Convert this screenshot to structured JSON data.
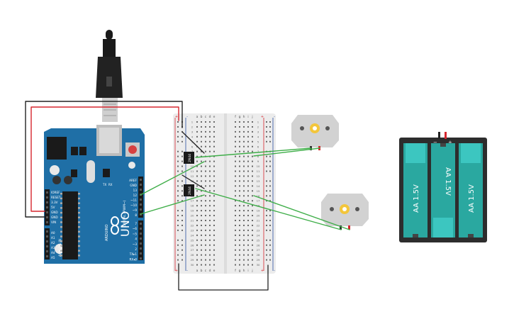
{
  "arduino": {
    "board_label": "UNO",
    "brand_label": "ARDUINO",
    "analog_label": "ANALOG IN",
    "digital_label": "DIGITAL (PWM~)",
    "tx_label": "TX",
    "rx_label": "RX",
    "power_pins": [
      "IOREF",
      "RESET",
      "3.3V",
      "5V",
      "GND",
      "GND",
      "VIN"
    ],
    "analog_pins": [
      "A0",
      "A1",
      "A2",
      "A3",
      "A4",
      "A5"
    ],
    "digital_top_pins": [
      "AREF",
      "GND",
      "13",
      "12",
      "~11",
      "~10",
      "~9",
      "8"
    ],
    "digital_bottom_pins": [
      "7",
      "~6",
      "~5",
      "4",
      "~3",
      "2",
      "TX▸1",
      "RX◂0"
    ]
  },
  "breadboard": {
    "column_letters_left": [
      "a",
      "b",
      "c",
      "d",
      "e"
    ],
    "column_letters_right": [
      "f",
      "g",
      "h",
      "i",
      "j"
    ],
    "rail_plus": "+",
    "rail_minus": "-",
    "row_numbers": [
      "1",
      "2",
      "3",
      "4",
      "5",
      "6",
      "7",
      "8",
      "9",
      "10",
      "11",
      "12",
      "13",
      "14",
      "15",
      "16",
      "17",
      "18",
      "19",
      "20",
      "21",
      "22",
      "23",
      "24",
      "25",
      "26",
      "27",
      "28",
      "29",
      "30"
    ]
  },
  "transistors": [
    {
      "label": "2N44"
    },
    {
      "label": "2N44"
    }
  ],
  "battery": {
    "cell_labels": [
      "AA 1.5V",
      "AA 1.5V",
      "AA 1.5V"
    ],
    "minus_symbol": "−",
    "plus_symbol": "+"
  },
  "colors": {
    "arduino_blue": "#1f6fa6",
    "wire_green": "#3fae49",
    "wire_red": "#d6262e",
    "wire_black": "#222222",
    "battery_teal": "#2aa8a0",
    "battery_case": "#2d2d2d",
    "motor_gear": "#f3c63b"
  }
}
